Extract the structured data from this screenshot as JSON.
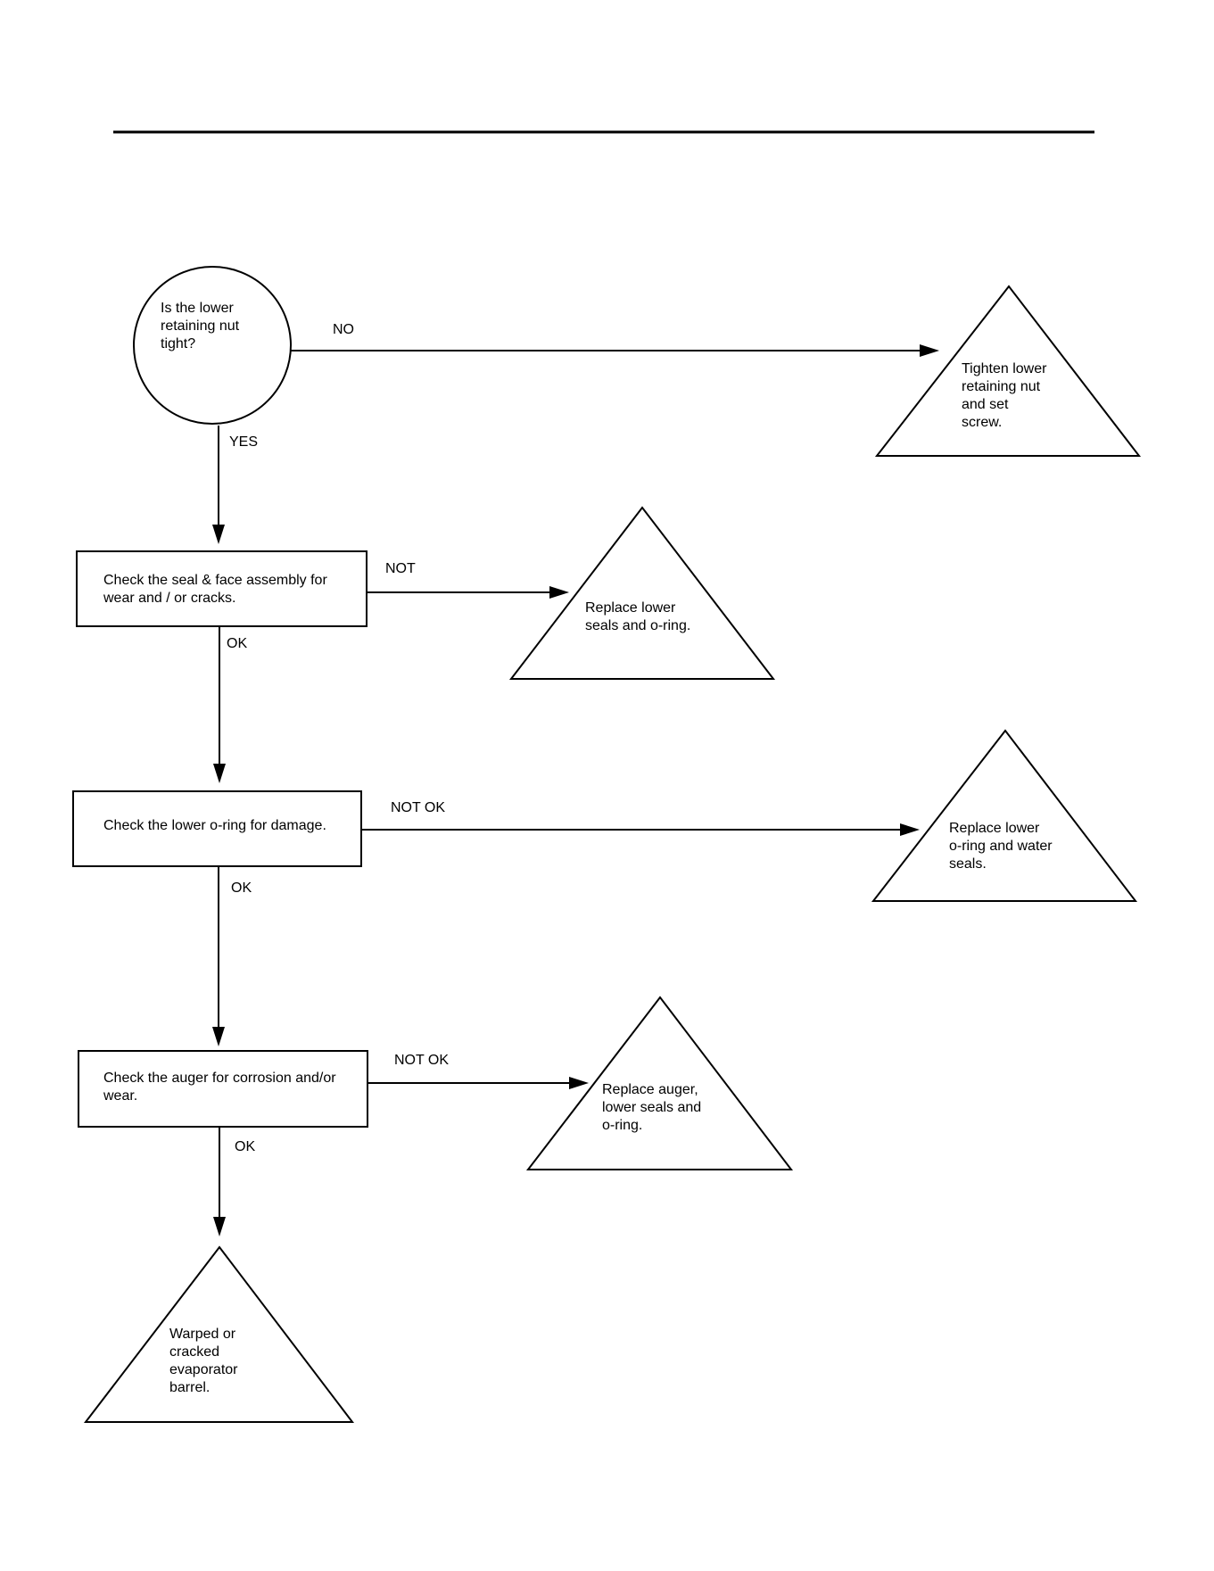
{
  "nodes": {
    "q_nut": {
      "lines": [
        "Is the lower",
        "retaining nut",
        "tight?"
      ]
    },
    "tighten": {
      "lines": [
        "Tighten lower",
        "retaining nut",
        "and set",
        "screw."
      ]
    },
    "check_seal": {
      "lines": [
        "Check the seal & face assembly for",
        "wear and / or cracks."
      ]
    },
    "replace_seals": {
      "lines": [
        "Replace lower",
        "seals and o-ring."
      ]
    },
    "check_oring": {
      "lines": [
        "Check the lower o-ring for damage."
      ]
    },
    "replace_oring": {
      "lines": [
        "Replace lower",
        "o-ring and water",
        "seals."
      ]
    },
    "check_auger": {
      "lines": [
        "Check the auger for corrosion and/or",
        "wear."
      ]
    },
    "replace_auger": {
      "lines": [
        "Replace auger,",
        "lower seals and",
        "o-ring."
      ]
    },
    "warped": {
      "lines": [
        "Warped or",
        "cracked",
        "evaporator",
        "barrel."
      ]
    }
  },
  "edges": {
    "no": "NO",
    "yes": "YES",
    "seal_not": "NOT",
    "seal_ok": "OK",
    "oring_not_ok": "NOT OK",
    "oring_ok": "OK",
    "auger_not_ok": "NOT OK",
    "auger_ok": "OK"
  }
}
